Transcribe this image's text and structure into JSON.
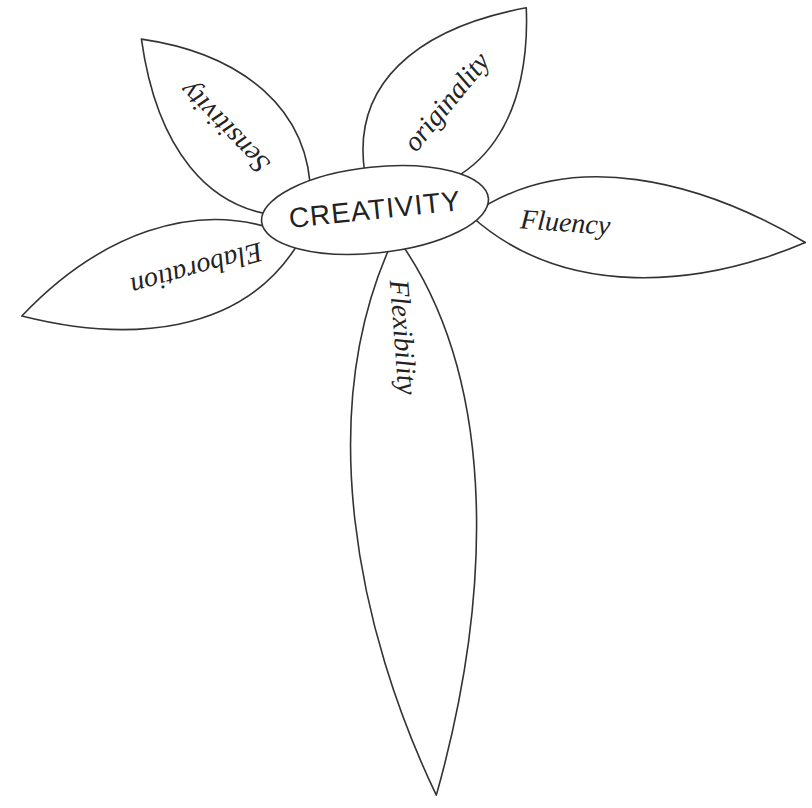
{
  "diagram": {
    "nodes": [
      {
        "text": [
          "CREATIVITY"
        ]
      },
      {
        "text": [
          "Sensitivity"
        ]
      },
      {
        "text": [
          "originality"
        ]
      },
      {
        "text": [
          "Fluency"
        ]
      },
      {
        "text": [
          "Flexibility"
        ]
      },
      {
        "text": [
          "Elaboration"
        ]
      }
    ]
  }
}
